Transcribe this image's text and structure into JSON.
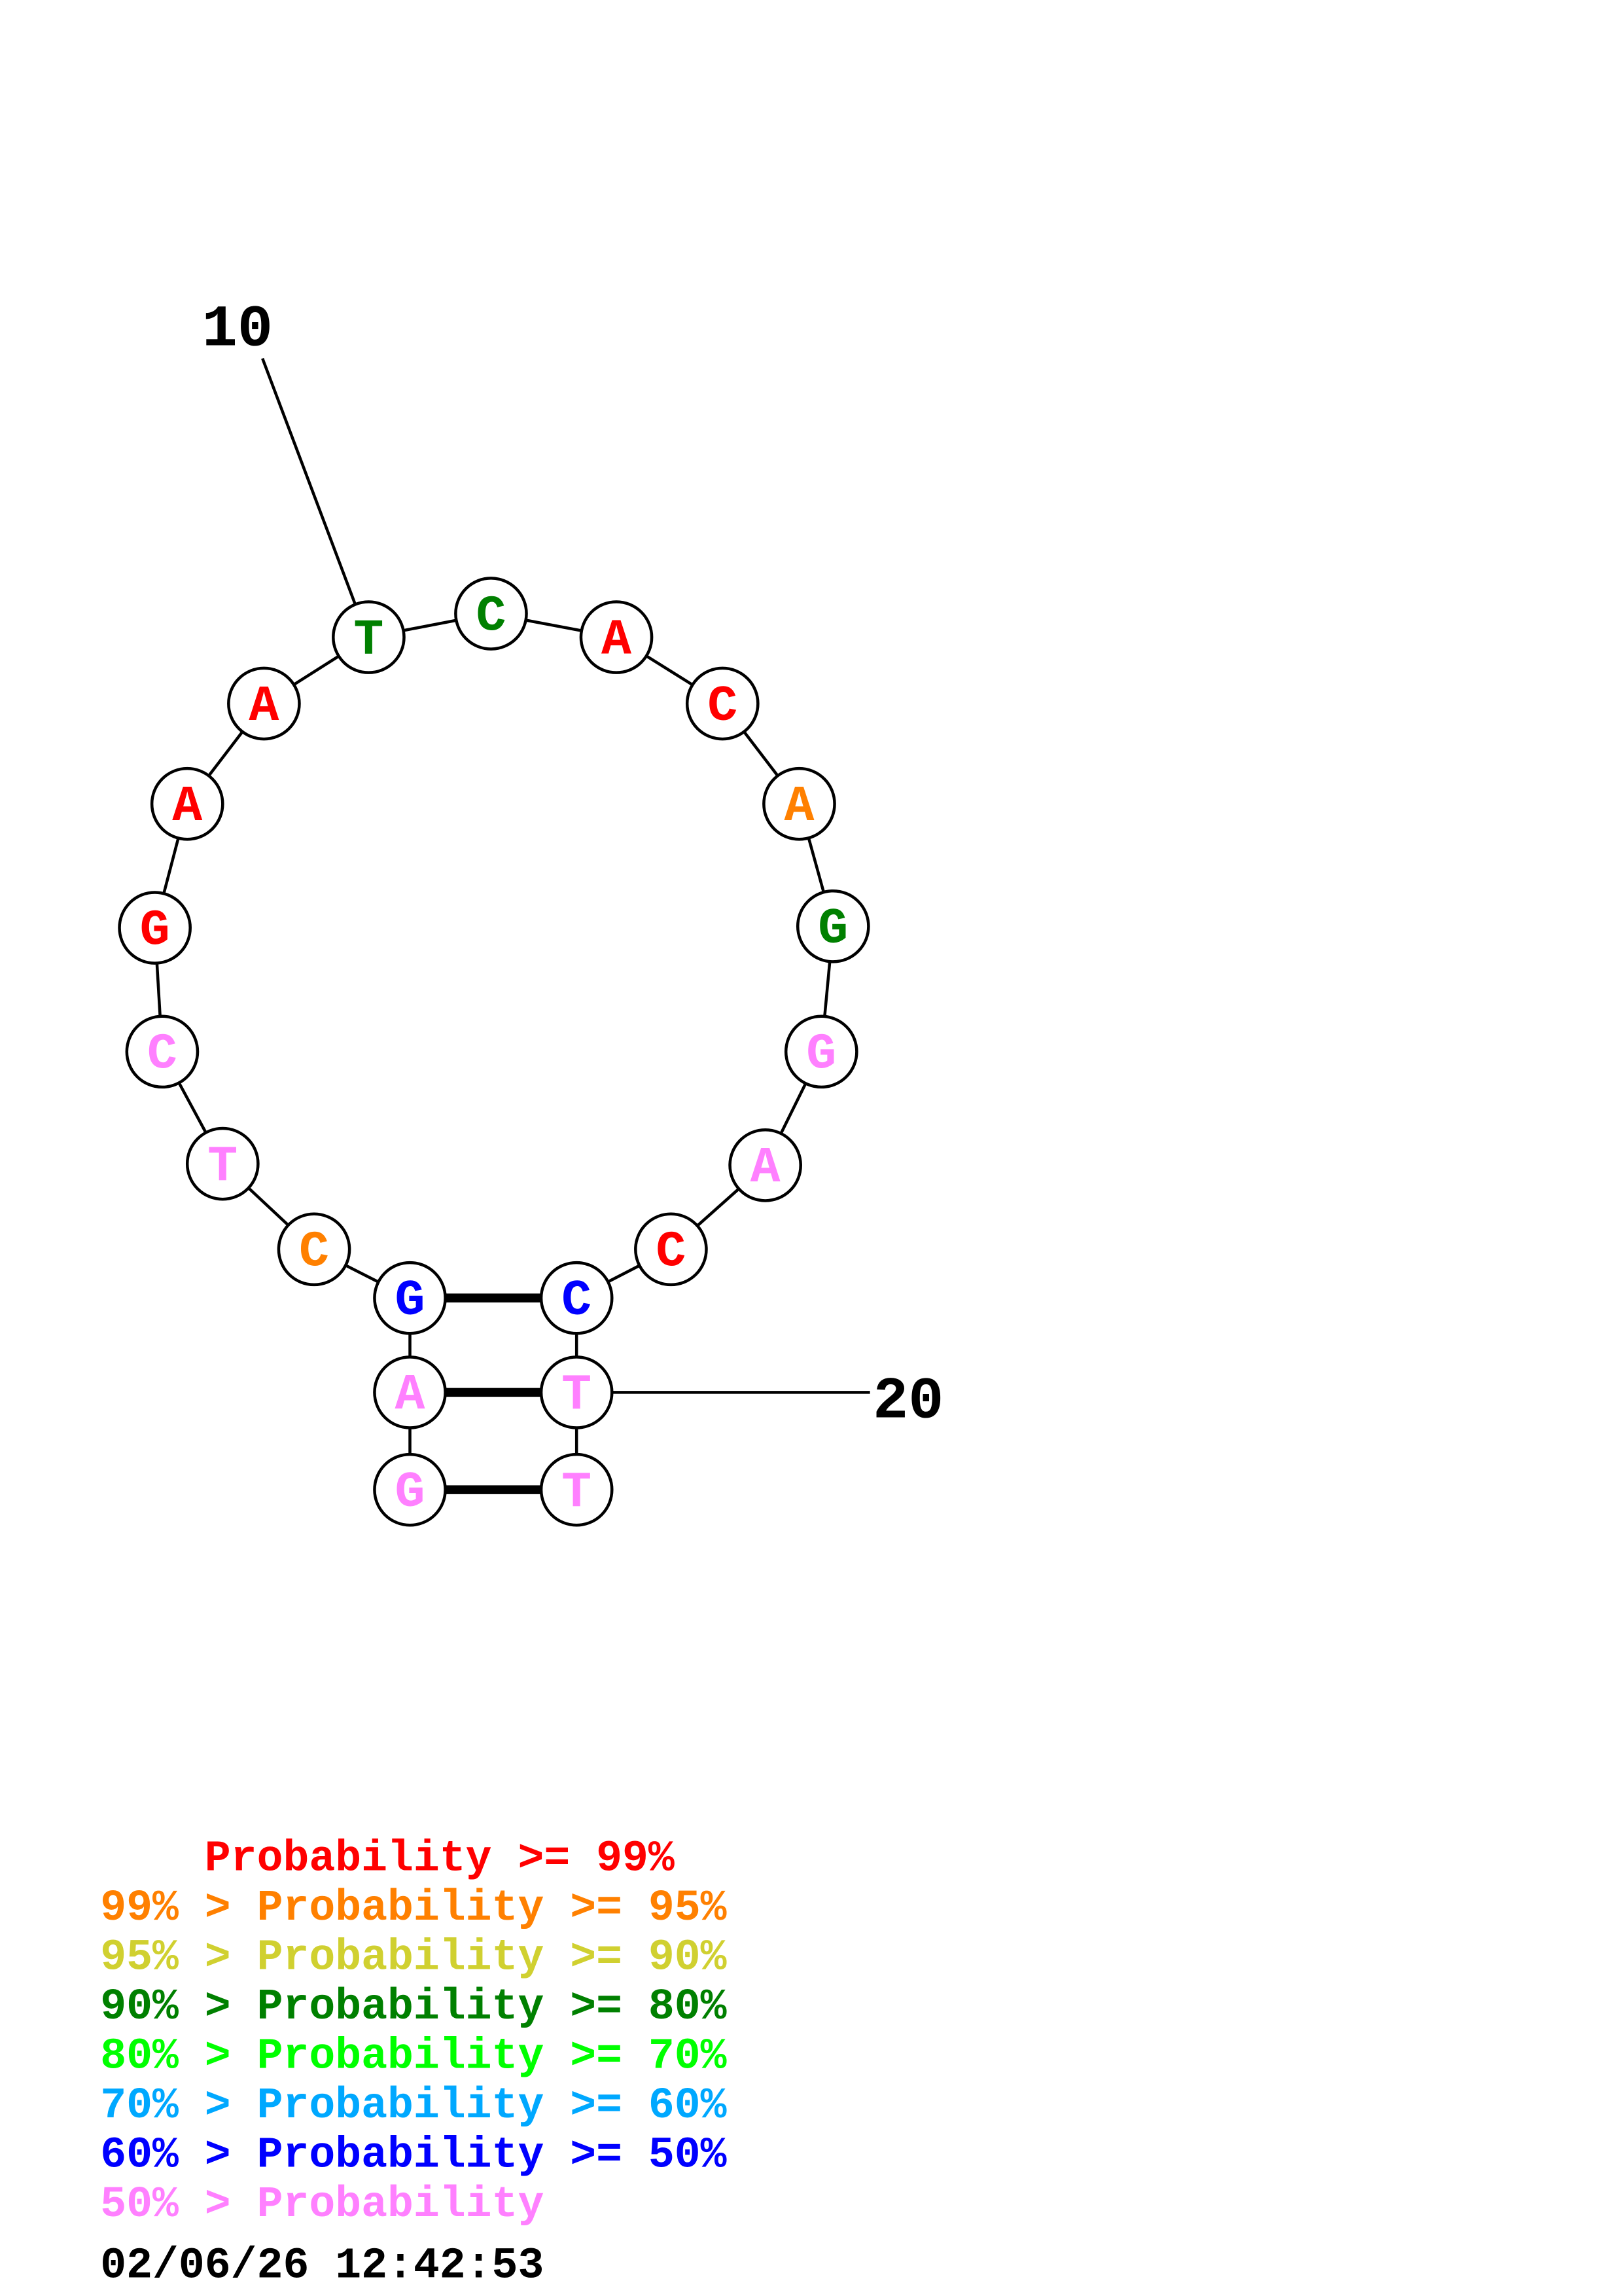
{
  "structure": {
    "nucleotides": [
      {
        "base": "G",
        "color": "#ff80ff"
      },
      {
        "base": "A",
        "color": "#ff80ff"
      },
      {
        "base": "G",
        "color": "#0000ff"
      },
      {
        "base": "C",
        "color": "#ff8000"
      },
      {
        "base": "T",
        "color": "#ff80ff"
      },
      {
        "base": "C",
        "color": "#ff80ff"
      },
      {
        "base": "G",
        "color": "#ff0000"
      },
      {
        "base": "A",
        "color": "#ff0000"
      },
      {
        "base": "A",
        "color": "#ff0000"
      },
      {
        "base": "T",
        "color": "#008000"
      },
      {
        "base": "C",
        "color": "#008000"
      },
      {
        "base": "A",
        "color": "#ff0000"
      },
      {
        "base": "C",
        "color": "#ff0000"
      },
      {
        "base": "A",
        "color": "#ff8000"
      },
      {
        "base": "G",
        "color": "#008000"
      },
      {
        "base": "G",
        "color": "#ff80ff"
      },
      {
        "base": "A",
        "color": "#ff80ff"
      },
      {
        "base": "C",
        "color": "#ff0000"
      },
      {
        "base": "C",
        "color": "#0000ff"
      },
      {
        "base": "T",
        "color": "#ff80ff"
      },
      {
        "base": "T",
        "color": "#ff80ff"
      }
    ],
    "pairs": [
      [
        1,
        21
      ],
      [
        2,
        20
      ],
      [
        3,
        19
      ]
    ],
    "position_labels": {
      "p10": "10",
      "p20": "20"
    }
  },
  "legend": [
    {
      "text": "    Probability >= 99%",
      "color": "#ff0000"
    },
    {
      "text": "99% > Probability >= 95%",
      "color": "#ff8000"
    },
    {
      "text": "95% > Probability >= 90%",
      "color": "#d0d030"
    },
    {
      "text": "90% > Probability >= 80%",
      "color": "#008000"
    },
    {
      "text": "80% > Probability >= 70%",
      "color": "#00ff00"
    },
    {
      "text": "70% > Probability >= 60%",
      "color": "#00a8ff"
    },
    {
      "text": "60% > Probability >= 50%",
      "color": "#0000ff"
    },
    {
      "text": "50% > Probability",
      "color": "#ff80ff"
    }
  ],
  "timestamp": "02/06/26 12:42:53"
}
